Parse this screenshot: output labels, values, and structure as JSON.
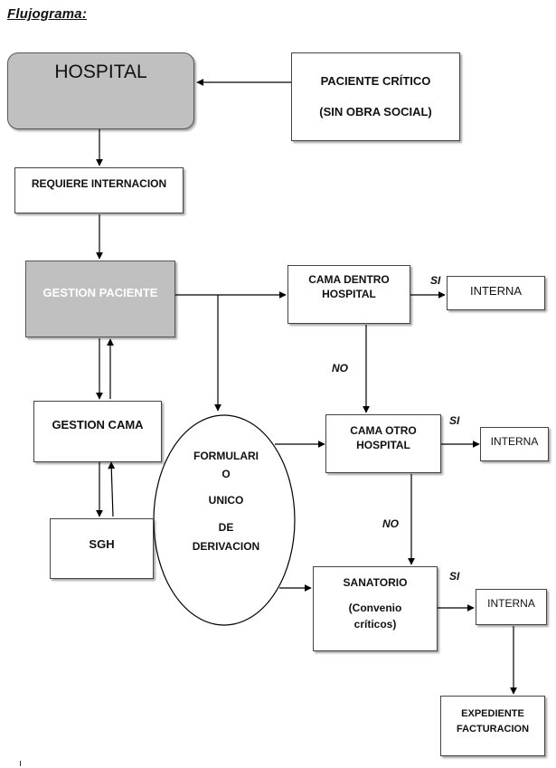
{
  "title": "Flujograma:",
  "nodes": {
    "hospital": "HOSPITAL",
    "paciente_critico": [
      "PACIENTE CRÍTICO",
      "(SIN OBRA SOCIAL)"
    ],
    "requiere_internacion": "REQUIERE INTERNACION",
    "gestion_paciente": "GESTION PACIENTE",
    "gestion_cama": "GESTION CAMA",
    "sgh": "SGH",
    "formulario": [
      "FORMULARI",
      "O",
      "UNICO",
      "DE",
      "DERIVACION"
    ],
    "cama_dentro": [
      "CAMA DENTRO",
      "HOSPITAL"
    ],
    "interna_1": "INTERNA",
    "cama_otro": [
      "CAMA OTRO",
      "HOSPITAL"
    ],
    "interna_2": "INTERNA",
    "sanatorio": [
      "SANATORIO",
      "(Convenio",
      "críticos)"
    ],
    "interna_3": "INTERNA",
    "expediente": [
      "EXPEDIENTE",
      "FACTURACION"
    ]
  },
  "labels": {
    "si_1": "SI",
    "no_1": "NO",
    "si_2": "SI",
    "no_2": "NO",
    "si_3": "SI"
  }
}
